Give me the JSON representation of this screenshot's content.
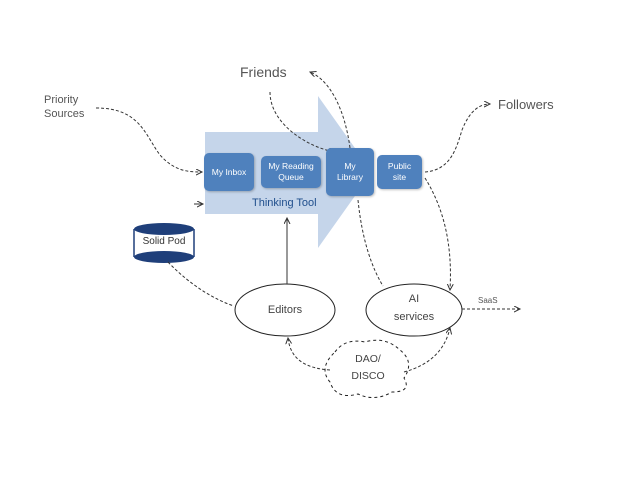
{
  "nodes": {
    "friends": "Friends",
    "priority_sources": "Priority\nSources",
    "followers": "Followers",
    "my_inbox": "My Inbox",
    "my_reading_queue": "My Reading\nQueue",
    "my_library": "My\nLibrary",
    "public_site": "Public\nsite",
    "thinking_tool": "Thinking Tool",
    "solid_pod": "Solid Pod",
    "editors": "Editors",
    "ai_services": "AI\nservices",
    "saas": "SaaS",
    "dao_disco": "DAO/\nDISCO"
  },
  "colors": {
    "box_fill": "#4f81bd",
    "arrow_fill": "#c5d5ea",
    "thinking_tool_text": "#1f4e8c"
  }
}
